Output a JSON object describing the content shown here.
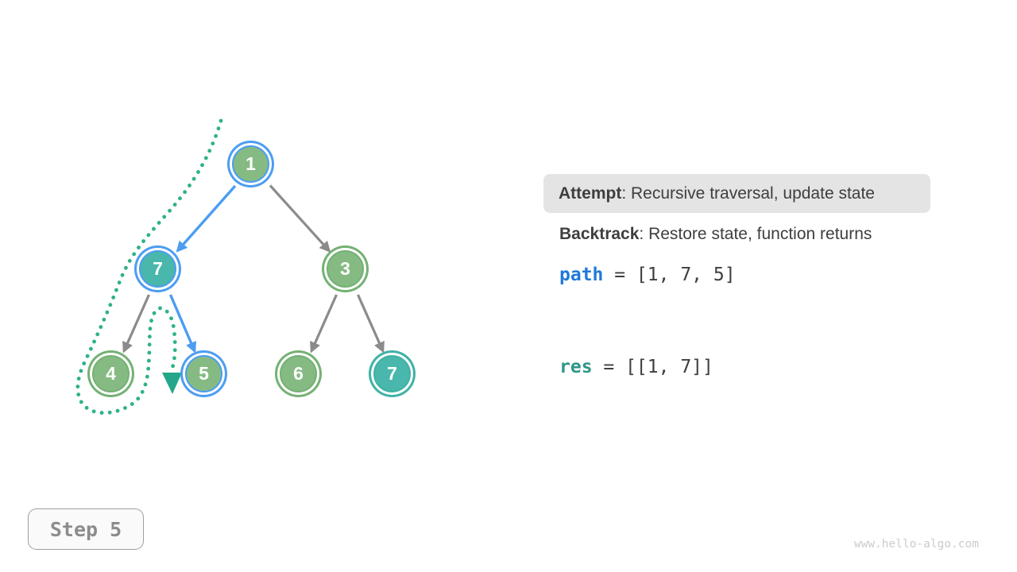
{
  "colors": {
    "node-green": "#85BB83",
    "node-green-ring": "#74B173",
    "node-teal": "#49B7AB",
    "node-teal-ring": "#3FB2A6",
    "highlight-blue": "#4C9DF1",
    "edge-gray": "#8B8B8B",
    "trace-teal": "#2EB18C",
    "trace-arrow": "#23A689",
    "text-dark": "#3E3E3E",
    "code-blue": "#2079D9",
    "code-teal": "#2E9688",
    "callout-bg": "#E4E4E4",
    "step-text": "#8C8C8C",
    "watermark-gray": "#CBCBCB"
  },
  "tree": {
    "nodes": [
      {
        "label": "1",
        "fill": "node-green",
        "ring": "highlight-blue",
        "state": "on-path"
      },
      {
        "label": "7",
        "fill": "node-teal",
        "ring": "highlight-blue",
        "state": "on-path"
      },
      {
        "label": "3",
        "fill": "node-green",
        "ring": "node-green-ring",
        "state": "normal"
      },
      {
        "label": "4",
        "fill": "node-green",
        "ring": "node-green-ring",
        "state": "normal"
      },
      {
        "label": "5",
        "fill": "node-green",
        "ring": "highlight-blue",
        "state": "current"
      },
      {
        "label": "6",
        "fill": "node-green",
        "ring": "node-green-ring",
        "state": "normal"
      },
      {
        "label": "7",
        "fill": "node-teal",
        "ring": "node-teal-ring",
        "state": "result"
      }
    ],
    "edges": [
      {
        "from": "1",
        "to": "7",
        "style": "active-blue"
      },
      {
        "from": "1",
        "to": "3",
        "style": "gray"
      },
      {
        "from": "7",
        "to": "4",
        "style": "gray"
      },
      {
        "from": "7",
        "to": "5",
        "style": "active-blue"
      },
      {
        "from": "3",
        "to": "6",
        "style": "gray"
      },
      {
        "from": "3",
        "to": "7",
        "style": "gray"
      }
    ],
    "trace": "dotted traversal trail from root, around node 4, ending with arrow before node 5"
  },
  "panel": {
    "attempt": {
      "label": "Attempt",
      "text": ": Recursive traversal, update state"
    },
    "backtrack": {
      "label": "Backtrack",
      "text": ": Restore state, function returns"
    },
    "path": {
      "keyword": "path",
      "rest": " = [1, 7, 5]"
    },
    "res": {
      "keyword": "res",
      "rest": " = [[1, 7]]"
    }
  },
  "step": {
    "label": "Step 5"
  },
  "footer": {
    "watermark": "www.hello-algo.com"
  }
}
